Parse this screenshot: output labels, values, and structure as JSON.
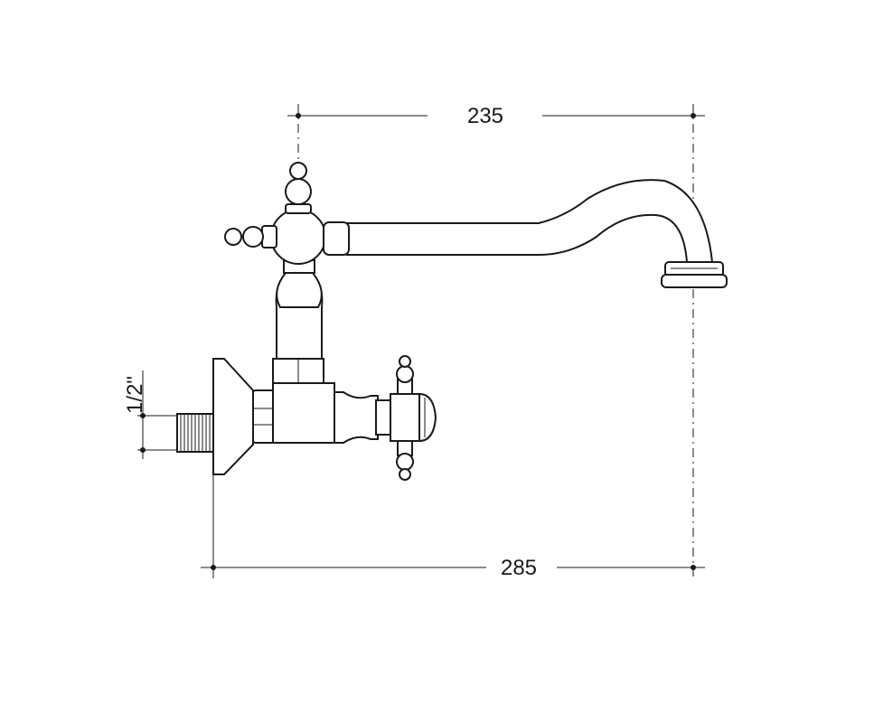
{
  "dimensions": {
    "spout_reach": "235",
    "overall_width": "285",
    "thread_size": "1/2\""
  },
  "colors": {
    "line": "#1a1a1a",
    "background": "#ffffff"
  }
}
